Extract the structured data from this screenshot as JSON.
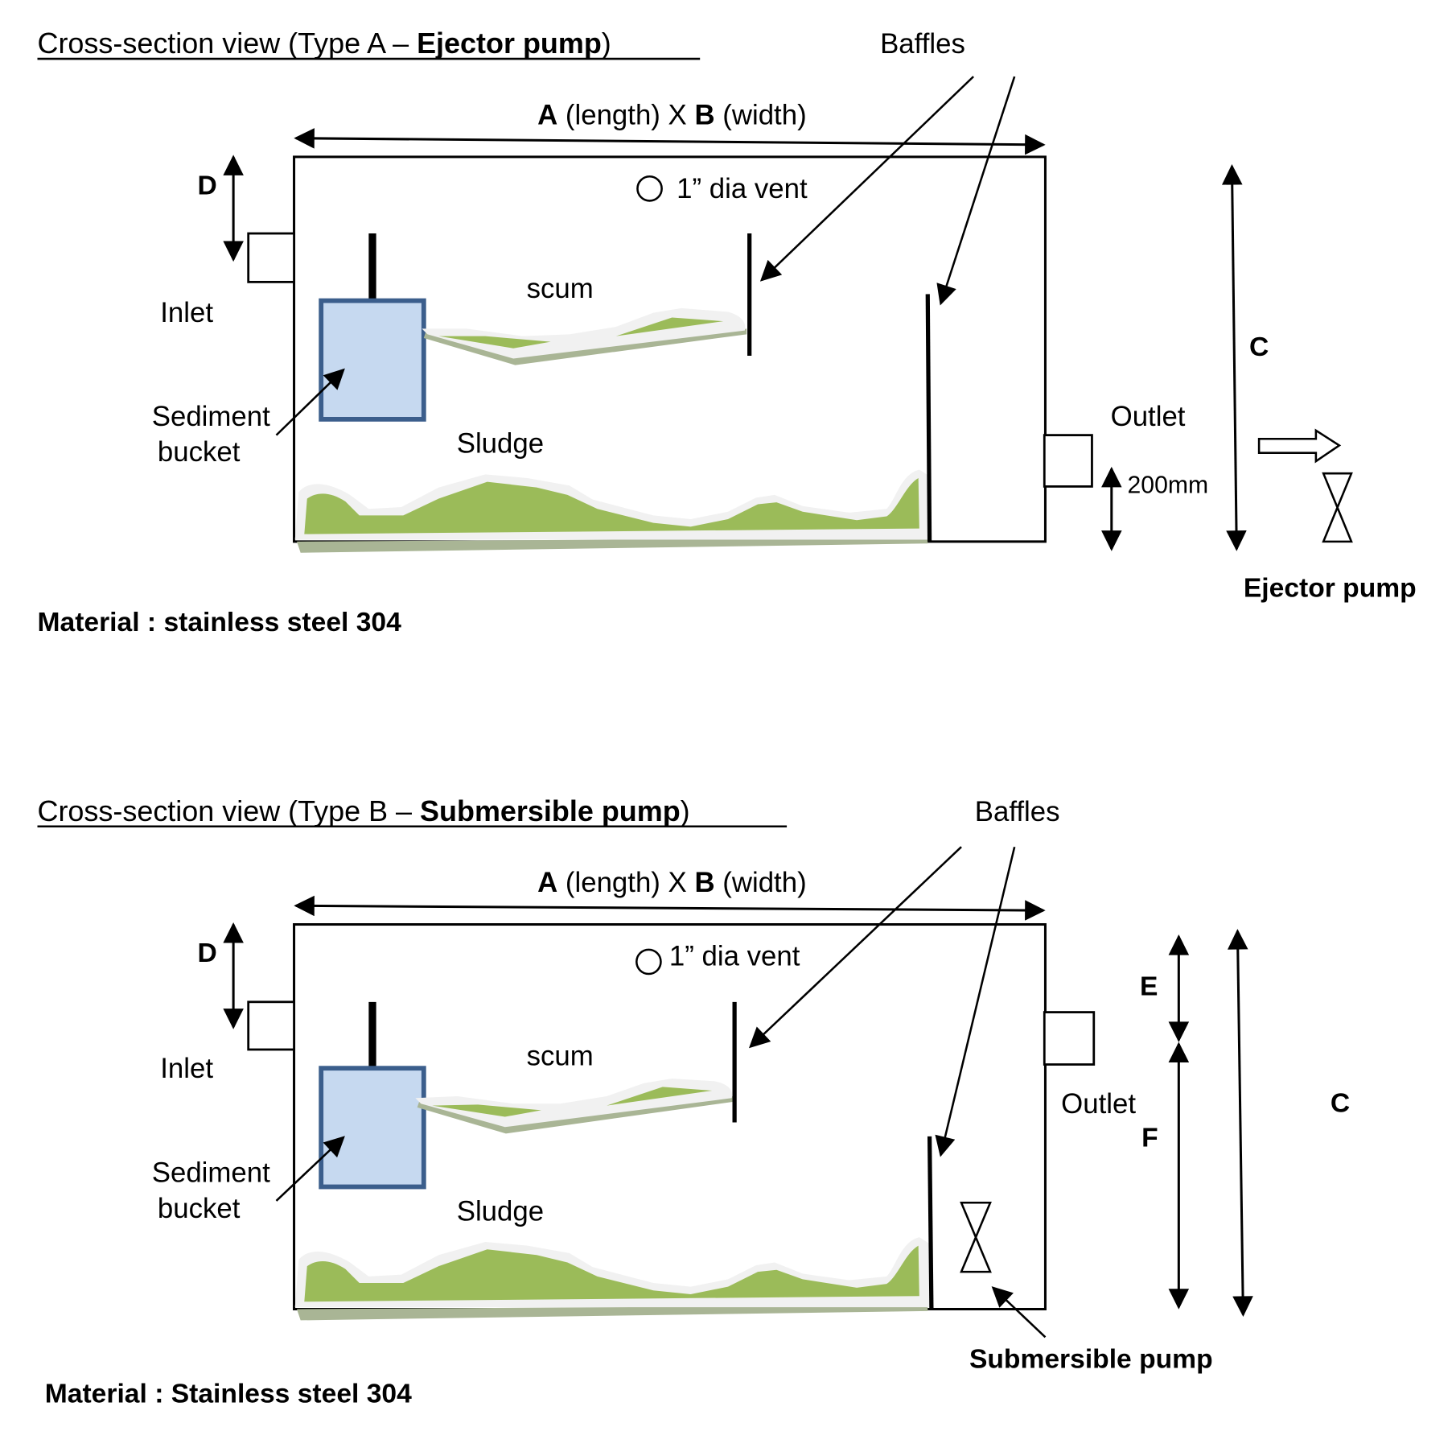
{
  "colors": {
    "bucket_fill": "#c6d9f0",
    "bucket_stroke": "#3b5e8c",
    "sludge_fill": "#9bbb59"
  },
  "diagrams": [
    {
      "title_prefix": "Cross-section view (Type A – ",
      "title_bold": "Ejector pump",
      "title_suffix": ")",
      "baffles_label": "Baffles",
      "dimension": {
        "a": "A",
        "a_text": " (length) X ",
        "b": "B",
        "b_text": " (width)"
      },
      "vent_label": "1” dia vent",
      "d_label": "D",
      "inlet_label": "Inlet",
      "scum_label": "scum",
      "sediment_label_line1": "Sediment",
      "sediment_label_line2": "bucket",
      "sludge_label": "Sludge",
      "outlet_label": "Outlet",
      "outlet_height_label": "200mm",
      "c_label": "C",
      "pump_label": "Ejector pump",
      "material_label": "Material : stainless steel 304"
    },
    {
      "title_prefix": "Cross-section view (Type B – ",
      "title_bold": "Submersible pump",
      "title_suffix": ")",
      "baffles_label": "Baffles",
      "dimension": {
        "a": "A",
        "a_text": " (length) X ",
        "b": "B",
        "b_text": " (width)"
      },
      "vent_label": "1” dia vent",
      "d_label": "D",
      "inlet_label": "Inlet",
      "scum_label": "scum",
      "sediment_label_line1": "Sediment",
      "sediment_label_line2": "bucket",
      "sludge_label": "Sludge",
      "outlet_label": "Outlet",
      "e_label": "E",
      "f_label": "F",
      "c_label": "C",
      "pump_label": "Submersible pump",
      "material_label": "Material : Stainless steel 304"
    }
  ]
}
